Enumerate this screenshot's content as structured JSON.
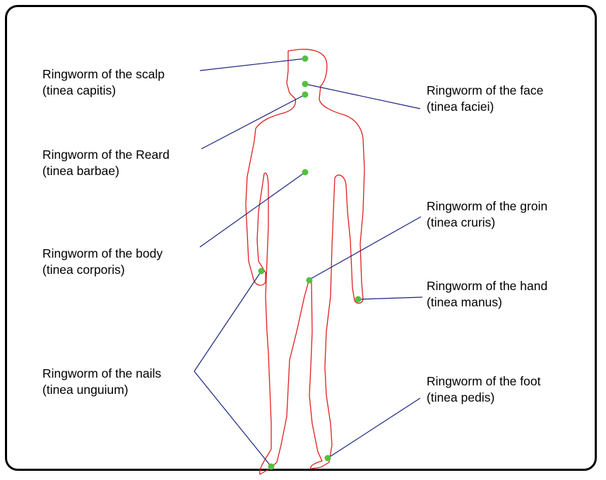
{
  "colors": {
    "outline": "#e02020",
    "leader": "#1a237e",
    "dot": "#55c040",
    "frame": "#000000"
  },
  "labels": {
    "scalp": {
      "name": "Ringworm of the scalp",
      "latin": "(tinea capitis)"
    },
    "face": {
      "name": "Ringworm of the face",
      "latin": "(tinea faciei)"
    },
    "beard": {
      "name": "Ringworm of the Reard",
      "latin": "(tinea barbae)"
    },
    "groin": {
      "name": "Ringworm of the groin",
      "latin": "(tinea cruris)"
    },
    "body": {
      "name": "Ringworm of the body",
      "latin": "(tinea corporis)"
    },
    "hand": {
      "name": "Ringworm of the hand",
      "latin": "(tinea manus)"
    },
    "nails": {
      "name": "Ringworm of the nails",
      "latin": "(tinea unguium)"
    },
    "foot": {
      "name": "Ringworm of the foot",
      "latin": "(tinea pedis)"
    }
  }
}
